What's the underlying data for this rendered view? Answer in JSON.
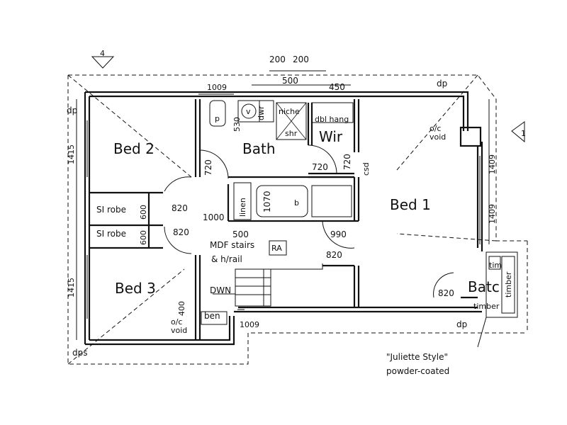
{
  "rooms": {
    "bed2": "Bed 2",
    "bath": "Bath",
    "wir": "Wir",
    "bed1": "Bed 1",
    "bed3": "Bed 3",
    "batc": "Batc"
  },
  "fixtures": {
    "niche": "niche",
    "shr": "shr",
    "dbl_hang": "dbl hang",
    "dwr": "dwr",
    "p": "p",
    "v": "v",
    "b": "b",
    "linen": "linen",
    "csd": "csd",
    "si_robe_1": "SI robe",
    "si_robe_2": "SI robe",
    "ben": "ben",
    "tim": "tim",
    "timber_v": "timber",
    "timber_h": "timber",
    "dwn": "DWN",
    "ra": "RA",
    "mdf_stairs": "MDF stairs",
    "h_rail": "& h/rail",
    "oc_void_1": "o/c",
    "oc_void_1b": "void",
    "oc_void_2": "o/c",
    "oc_void_2b": "void"
  },
  "dimensions": {
    "d200a": "200",
    "d200b": "200",
    "d500top": "500",
    "d450": "450",
    "d1009top": "1009",
    "d530": "530",
    "d1415a": "1415",
    "d1415b": "1415",
    "d1409a": "1409",
    "d1409b": "1409",
    "d720a": "720",
    "d720b": "720",
    "d720c": "720",
    "d1070": "1070",
    "d820a": "820",
    "d820b": "820",
    "d820c": "820",
    "d820d": "820",
    "d1000": "1000",
    "d500mid": "500",
    "d990": "990",
    "d600a": "600",
    "d600b": "600",
    "d400": "400",
    "d1009bot": "1009"
  },
  "markers": {
    "dp_top": "dp",
    "dp_left": "dp",
    "dps": "dps",
    "dp_bot": "dp",
    "section_top": "4",
    "section_right": "1"
  },
  "notes": {
    "juliette": "\"Juliette Style\"",
    "powder": "powder-coated"
  }
}
